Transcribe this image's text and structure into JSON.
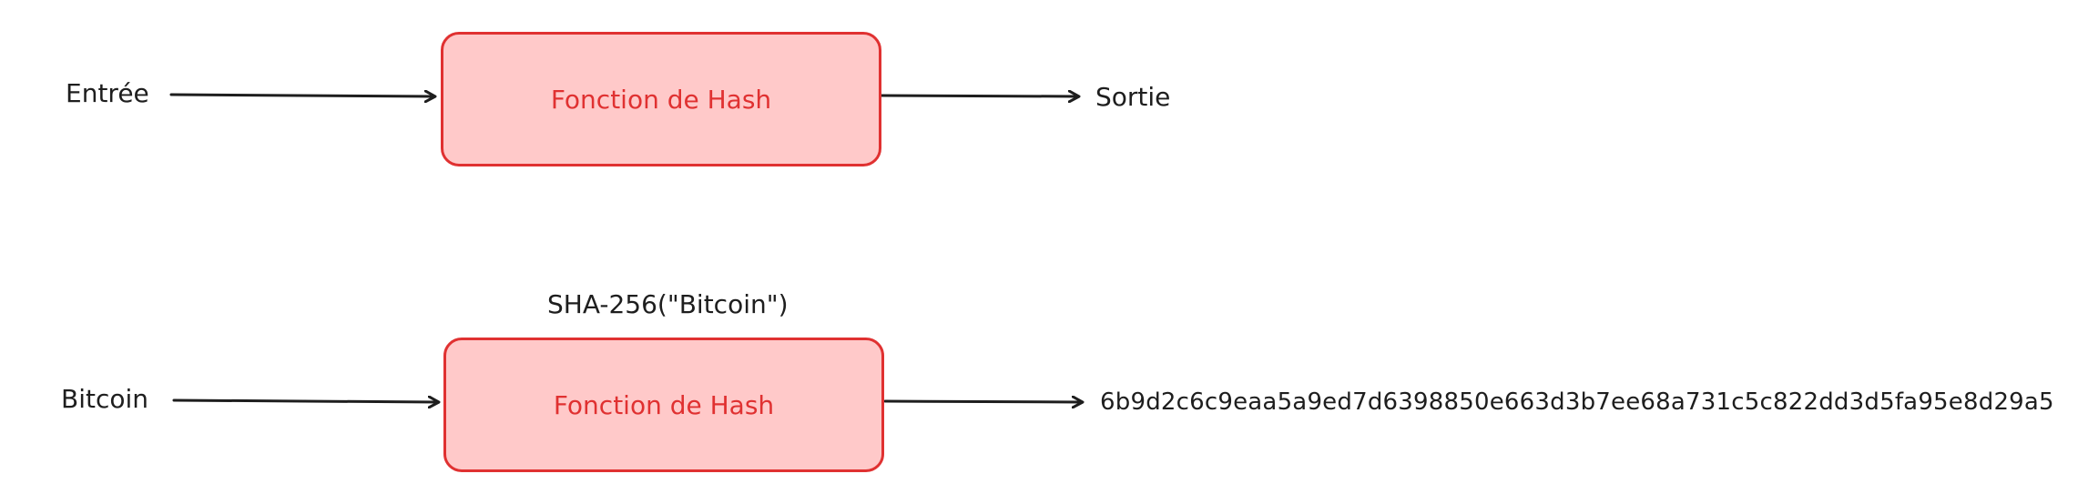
{
  "diagram": {
    "top": {
      "input_label": "Entrée",
      "function_label": "Fonction de Hash",
      "output_label": "Sortie"
    },
    "bottom": {
      "caption": "SHA-256(\"Bitcoin\")",
      "input_label": "Bitcoin",
      "function_label": "Fonction de Hash",
      "output_label": "6b9d2c6c9eaa5a9ed7d6398850e663d3b7ee68a731c5c822dd3d5fa95e8d29a5"
    },
    "colors": {
      "box_fill": "#ffc9c9",
      "box_stroke": "#e03131",
      "text": "#1e1e1e",
      "arrow": "#1e1e1e"
    }
  }
}
